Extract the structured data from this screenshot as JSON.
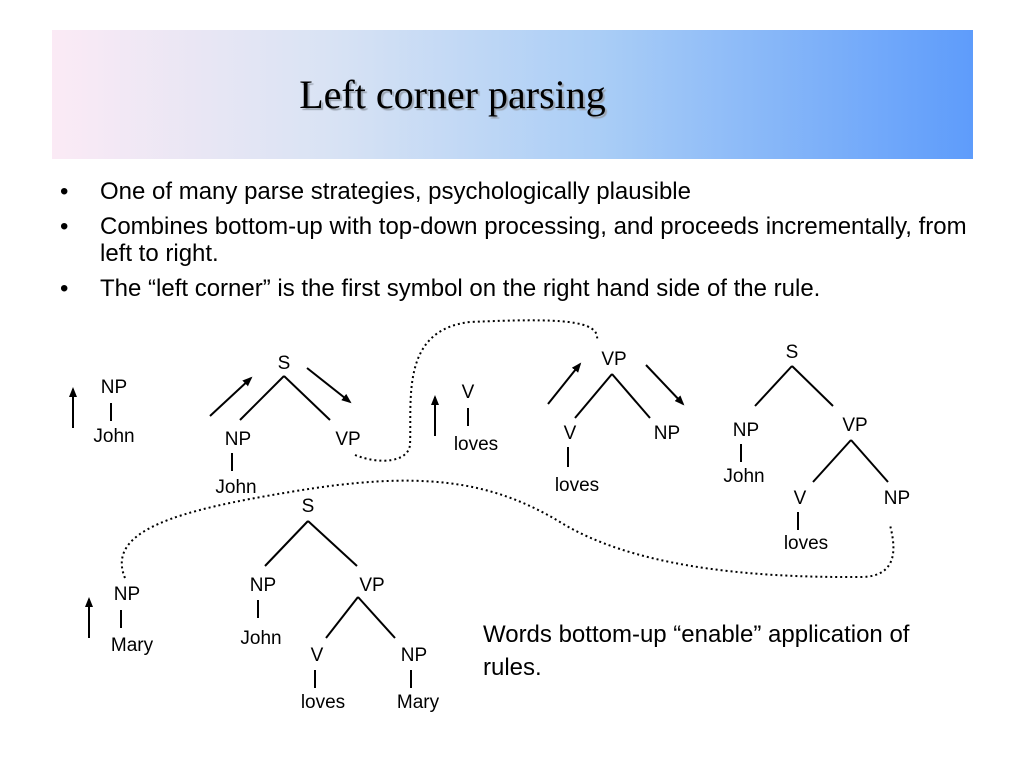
{
  "slide": {
    "title": "Left corner parsing",
    "bullets": [
      "One of many parse strategies, psychologically plausible",
      "Combines bottom-up with top-down processing, and proceeds incrementally, from left to right.",
      "The “left corner” is the first symbol on the right hand side of the rule."
    ],
    "note": "Words bottom-up “enable” application of rules."
  },
  "diagram": {
    "step1": {
      "np": "NP",
      "word": "John"
    },
    "step2": {
      "root": "S",
      "np": "NP",
      "vp": "VP",
      "word": "John"
    },
    "step3": {
      "v": "V",
      "word": "loves"
    },
    "step4": {
      "root": "VP",
      "v": "V",
      "np": "NP",
      "word": "loves"
    },
    "step5": {
      "root": "S",
      "np": "NP",
      "vp": "VP",
      "v": "V",
      "np2": "NP",
      "word1": "John",
      "word2": "loves"
    },
    "step6": {
      "np": "NP",
      "word": "Mary"
    },
    "step7": {
      "root": "S",
      "np": "NP",
      "vp": "VP",
      "v": "V",
      "np2": "NP",
      "word1": "John",
      "word2": "loves",
      "word3": "Mary"
    }
  }
}
